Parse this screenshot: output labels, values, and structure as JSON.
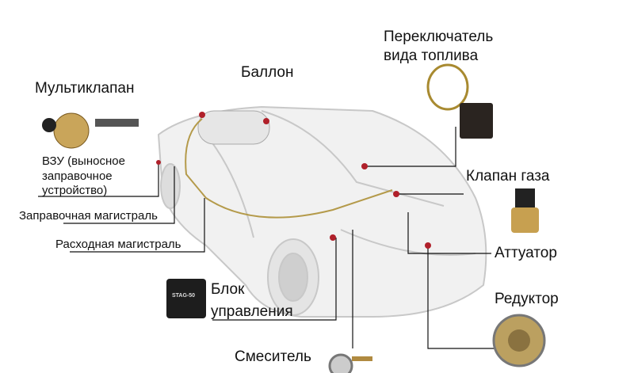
{
  "labels": {
    "multivalve": "Мультиклапан",
    "cylinder": "Баллон",
    "switch_line1": "Переключатель",
    "switch_line2": "вида топлива",
    "vzu_line1": "ВЗУ (выносное",
    "vzu_line2": "заправочное",
    "vzu_line3": "устройство)",
    "filling_line": "Заправочная магистраль",
    "supply_line": "Расходная магистраль",
    "gas_valve": "Клапан газа",
    "actuator": "Аттуатор",
    "ecu_line1": "Блок",
    "ecu_line2": "управления",
    "reducer": "Редуктор",
    "mixer": "Смеситель"
  },
  "ecu_brand": "STAG-50",
  "colors": {
    "marker": "#b0202a",
    "pipe": "#b49a4a",
    "car": "#d8d8d8"
  }
}
